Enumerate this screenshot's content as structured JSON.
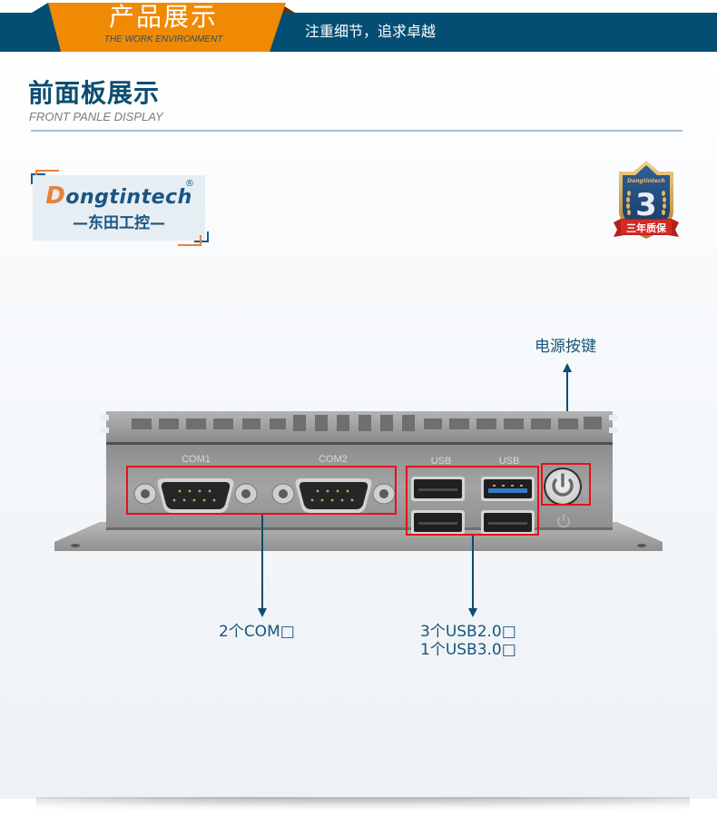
{
  "banner": {
    "title": "产品展示",
    "subtitle": "THE WORK ENVIRONMENT",
    "slogan": "注重细节，追求卓越",
    "colors": {
      "bar": "#044e74",
      "tab": "#f08a04",
      "tab_shadow": "#5a3410"
    }
  },
  "section": {
    "title": "前面板展示",
    "subtitle": "FRONT PANLE DISPLAY"
  },
  "logo": {
    "brand_first": "D",
    "brand_rest": "ongtintech",
    "registered": "®",
    "cn_name": "—东田工控—"
  },
  "badge": {
    "brand": "Dongtintech",
    "number": "3",
    "ribbon": "三年质保"
  },
  "device": {
    "ports": {
      "com1_label": "COM1",
      "com2_label": "COM2",
      "usb_label_left": "USB",
      "usb_label_right": "USB"
    }
  },
  "callouts": {
    "power": "电源按键",
    "com": "2个COM□",
    "usb_line1": "3个USB2.0□",
    "usb_line2": "1个USB3.0□"
  },
  "colors": {
    "heading": "#0c4d70",
    "highlight": "#e8101a",
    "accent_orange": "#e9813a"
  }
}
